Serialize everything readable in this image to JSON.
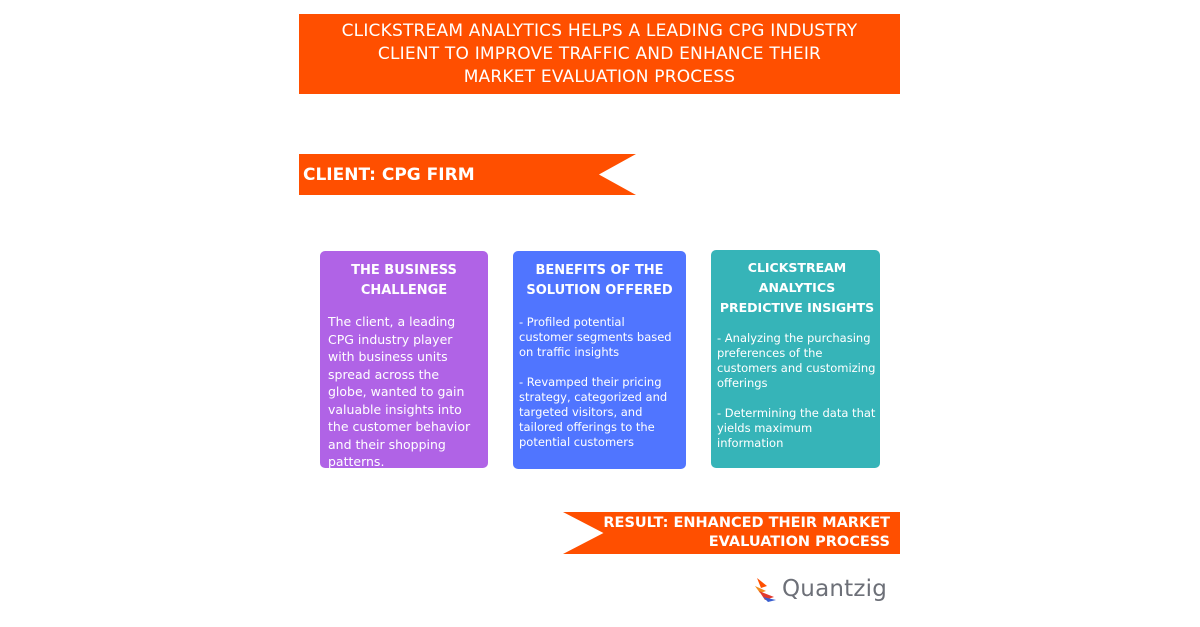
{
  "header": {
    "title": "CLICKSTREAM ANALYTICS HELPS A LEADING CPG INDUSTRY CLIENT TO IMPROVE TRAFFIC AND ENHANCE THEIR MARKET EVALUATION PROCESS"
  },
  "client_banner": {
    "label": "CLIENT: CPG FIRM"
  },
  "cards": {
    "challenge": {
      "title": "THE BUSINESS CHALLENGE",
      "body": "The client, a leading CPG industry player with business units spread across the globe, wanted to gain valuable insights into the customer behavior and their shopping patterns.",
      "color": "#b063e6"
    },
    "benefits": {
      "title": "BENEFITS OF THE SOLUTION OFFERED",
      "points": [
        "- Profiled potential customer segments based on traffic insights",
        "- Revamped their pricing strategy, categorized and targeted visitors, and tailored offerings to the potential customers"
      ],
      "color": "#5075ff"
    },
    "insights": {
      "title": "CLICKSTREAM ANALYTICS PREDICTIVE INSIGHTS",
      "points": [
        "- Analyzing the purchasing preferences of the customers and customizing offerings",
        "- Determining the data that yields maximum information"
      ],
      "color": "#36b4b8"
    }
  },
  "result_banner": {
    "label": "RESULT: ENHANCED THEIR MARKET EVALUATION PROCESS"
  },
  "logo": {
    "text": "Quantzig",
    "icon": "quantzig-logo-icon"
  },
  "colors": {
    "accent": "#ff4f00",
    "logo_text": "#6d7078"
  }
}
